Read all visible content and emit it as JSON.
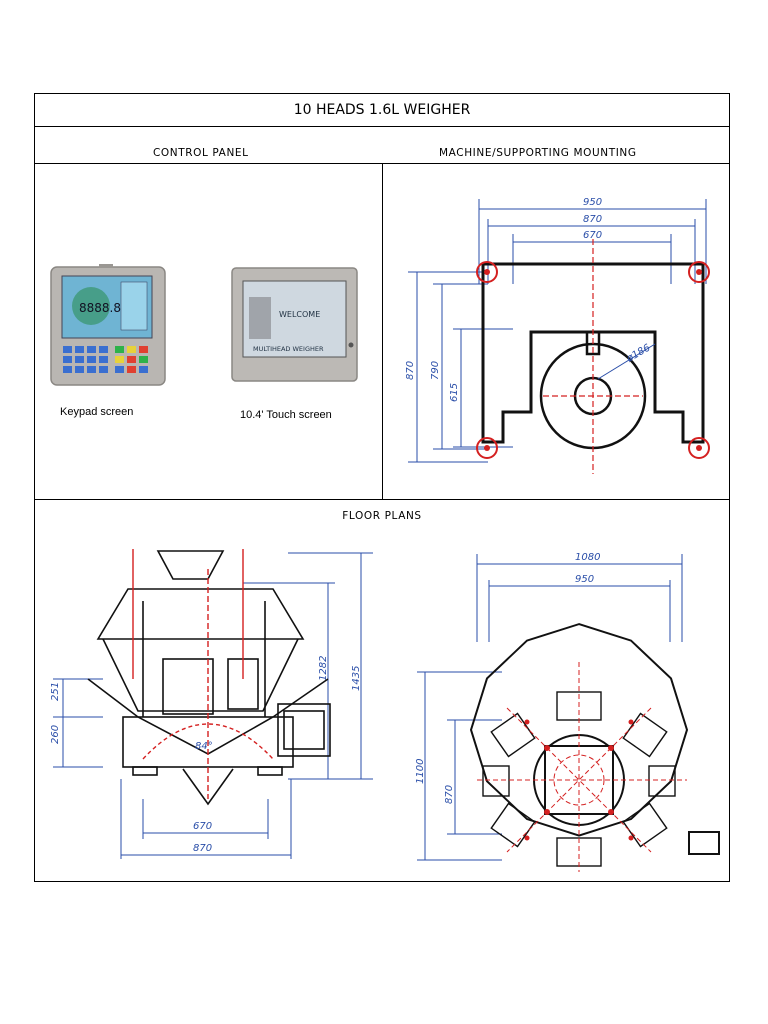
{
  "title": "10 HEADS 1.6L WEIGHER",
  "sections": {
    "control_panel": "CONTROL PANEL",
    "mounting": "MACHINE/SUPPORTING MOUNTING",
    "floor_plans": "FLOOR PLANS"
  },
  "control_panel": {
    "keypad_caption": "Keypad screen",
    "touch_caption": "10.4' Touch screen",
    "keypad_display": "8888.8",
    "touch_welcome": "WELCOME",
    "touch_brand": "MULTIHEAD WEIGHER"
  },
  "mounting_dims": {
    "w950": "950",
    "w870": "870",
    "w670": "670",
    "h870": "870",
    "h790": "790",
    "h615": "615",
    "dia": "ø186"
  },
  "floor_side_dims": {
    "h251": "251",
    "h260": "260",
    "h1282": "1282",
    "h1435": "1435",
    "angle": "84°",
    "w670": "670",
    "w870": "870"
  },
  "floor_top_dims": {
    "w1080": "1080",
    "w950": "950",
    "h870": "870",
    "h1100": "1100"
  },
  "colors": {
    "dimension": "#2a4ea8",
    "centerline": "#d42020",
    "outline": "#111111",
    "panel_steel": "#b9b6b2"
  }
}
